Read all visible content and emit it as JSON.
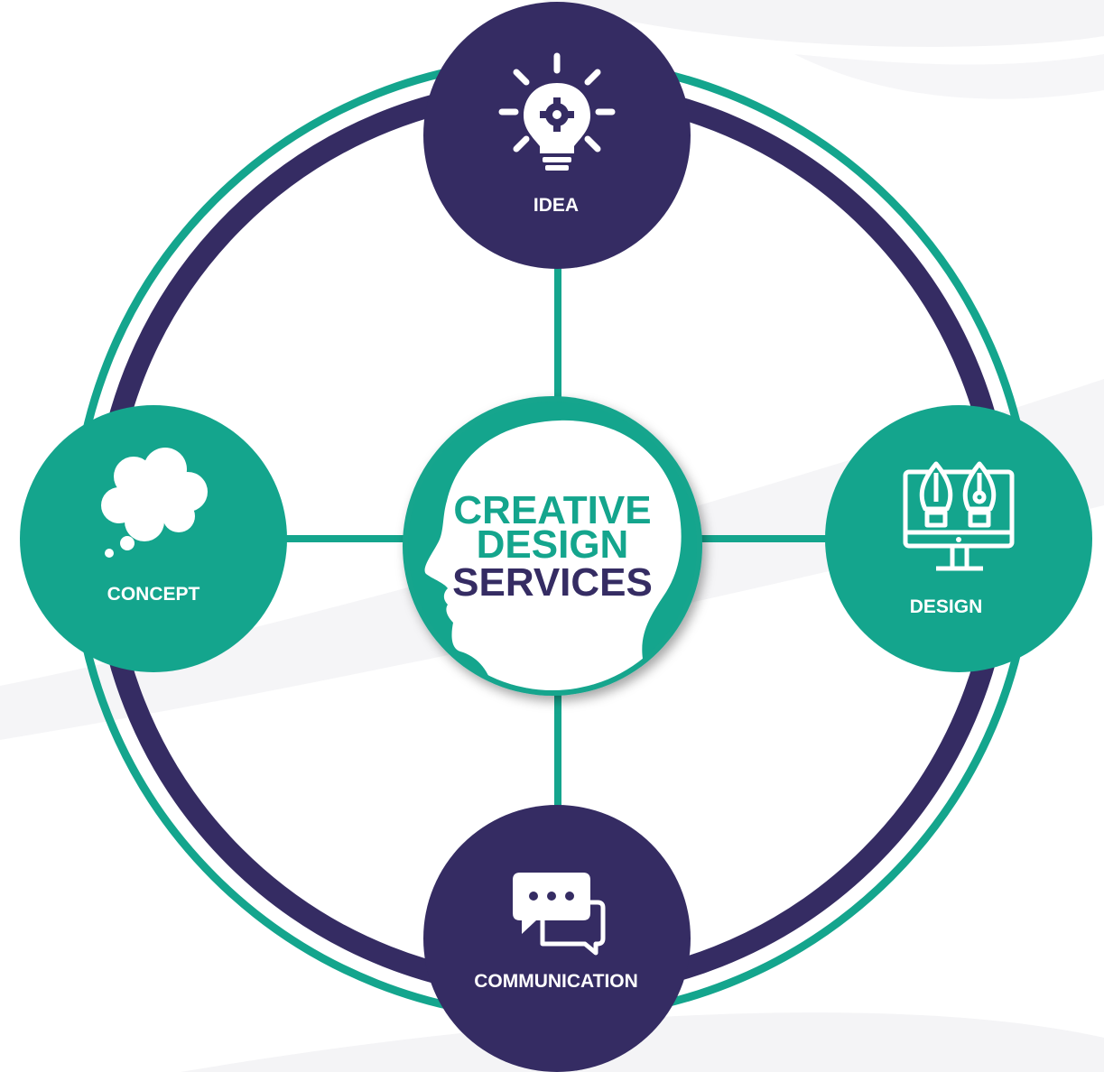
{
  "diagram": {
    "center": {
      "line1": "CREATIVE",
      "line2": "DESIGN",
      "line3": "SERVICES"
    },
    "nodes": {
      "idea": {
        "label": "IDEA",
        "icon": "lightbulb-gear-icon"
      },
      "concept": {
        "label": "CONCEPT",
        "icon": "thought-cloud-icon"
      },
      "design": {
        "label": "DESIGN",
        "icon": "monitor-pen-nibs-icon"
      },
      "communication": {
        "label": "COMMUNICATION",
        "icon": "chat-bubbles-icon"
      }
    }
  },
  "colors": {
    "teal": "#14a58d",
    "purple": "#352c63",
    "background": "#ffffff",
    "swoosh": "#f4f4f6"
  }
}
